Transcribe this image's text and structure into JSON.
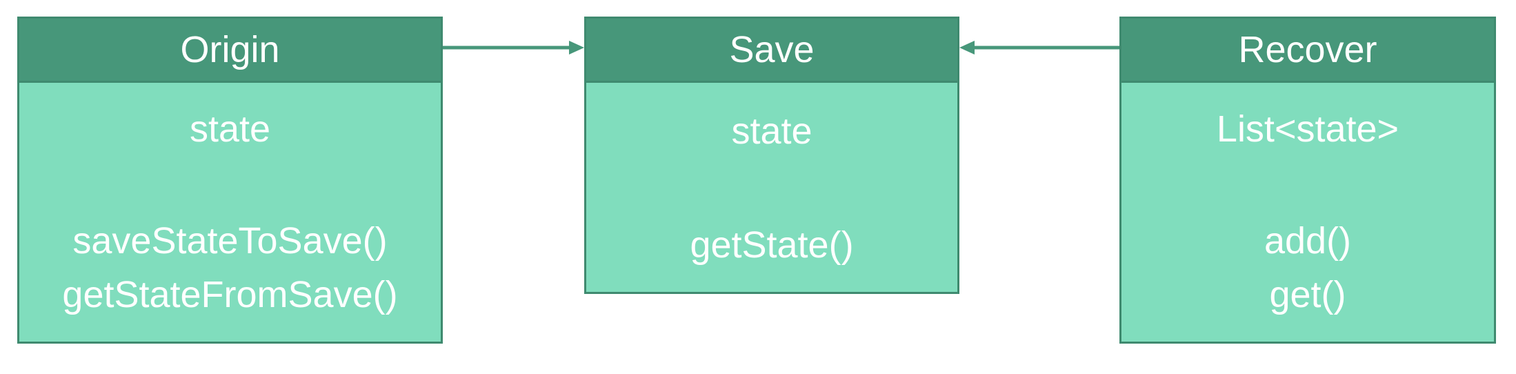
{
  "colors": {
    "header": "#47977a",
    "body": "#80ddbd",
    "border": "#3f8a6f",
    "text": "#ffffff",
    "arrow": "#47977a"
  },
  "boxes": [
    {
      "title": "Origin",
      "attributes": [
        "state"
      ],
      "methods": [
        "saveStateToSave()",
        "getStateFromSave()"
      ]
    },
    {
      "title": "Save",
      "attributes": [
        "state"
      ],
      "methods": [
        "getState()"
      ]
    },
    {
      "title": "Recover",
      "attributes": [
        "List<state>"
      ],
      "methods": [
        "add()",
        "get()"
      ]
    }
  ],
  "connections": [
    {
      "from": "Origin",
      "to": "Save"
    },
    {
      "from": "Recover",
      "to": "Save"
    }
  ]
}
